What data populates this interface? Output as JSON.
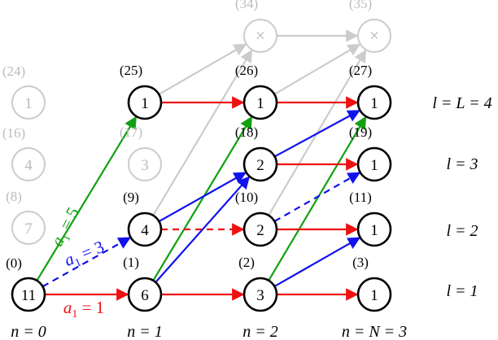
{
  "colors": {
    "red": "#ee1111",
    "blue": "#1111ee",
    "green": "#11a011",
    "gray": "#cccccc",
    "black": "#000000",
    "ghost_text": "#bbbbbb"
  },
  "nodes": [
    {
      "id": "n0",
      "index": "(0)",
      "value": "11",
      "style": "active"
    },
    {
      "id": "n1",
      "index": "(1)",
      "value": "6",
      "style": "active"
    },
    {
      "id": "n2",
      "index": "(2)",
      "value": "3",
      "style": "active"
    },
    {
      "id": "n3",
      "index": "(3)",
      "value": "1",
      "style": "active"
    },
    {
      "id": "n8",
      "index": "(8)",
      "value": "7",
      "style": "ghost"
    },
    {
      "id": "n9",
      "index": "(9)",
      "value": "4",
      "style": "active"
    },
    {
      "id": "n10",
      "index": "(10)",
      "value": "2",
      "style": "active"
    },
    {
      "id": "n11",
      "index": "(11)",
      "value": "1",
      "style": "active"
    },
    {
      "id": "n16",
      "index": "(16)",
      "value": "4",
      "style": "ghost"
    },
    {
      "id": "n17",
      "index": "(17)",
      "value": "3",
      "style": "ghost"
    },
    {
      "id": "n18",
      "index": "(18)",
      "value": "2",
      "style": "active"
    },
    {
      "id": "n19",
      "index": "(19)",
      "value": "1",
      "style": "active"
    },
    {
      "id": "n24",
      "index": "(24)",
      "value": "1",
      "style": "ghost"
    },
    {
      "id": "n25",
      "index": "(25)",
      "value": "1",
      "style": "active"
    },
    {
      "id": "n26",
      "index": "(26)",
      "value": "1",
      "style": "active"
    },
    {
      "id": "n27",
      "index": "(27)",
      "value": "1",
      "style": "active"
    },
    {
      "id": "n34",
      "index": "(34)",
      "value": "×",
      "style": "cross"
    },
    {
      "id": "n35",
      "index": "(35)",
      "value": "×",
      "style": "cross"
    }
  ],
  "edges": [
    {
      "from": "n0",
      "to": "n1",
      "color": "red"
    },
    {
      "from": "n0",
      "to": "n9",
      "color": "blue",
      "dashed": true
    },
    {
      "from": "n0",
      "to": "n25",
      "color": "green"
    },
    {
      "from": "n1",
      "to": "n2",
      "color": "red"
    },
    {
      "from": "n1",
      "to": "n18",
      "color": "blue"
    },
    {
      "from": "n1",
      "to": "n26",
      "color": "green"
    },
    {
      "from": "n9",
      "to": "n10",
      "color": "red",
      "dashed": true
    },
    {
      "from": "n9",
      "to": "n18",
      "color": "blue"
    },
    {
      "from": "n9",
      "to": "n34",
      "color": "gray"
    },
    {
      "from": "n25",
      "to": "n26",
      "color": "red"
    },
    {
      "from": "n25",
      "to": "n34",
      "color": "gray"
    },
    {
      "from": "n2",
      "to": "n3",
      "color": "red"
    },
    {
      "from": "n2",
      "to": "n11",
      "color": "blue"
    },
    {
      "from": "n2",
      "to": "n27",
      "color": "green"
    },
    {
      "from": "n10",
      "to": "n11",
      "color": "red"
    },
    {
      "from": "n10",
      "to": "n19",
      "color": "blue",
      "dashed": true
    },
    {
      "from": "n10",
      "to": "n35",
      "color": "gray"
    },
    {
      "from": "n18",
      "to": "n19",
      "color": "red"
    },
    {
      "from": "n18",
      "to": "n27",
      "color": "blue"
    },
    {
      "from": "n26",
      "to": "n27",
      "color": "red"
    },
    {
      "from": "n26",
      "to": "n35",
      "color": "gray"
    },
    {
      "from": "n34",
      "to": "n35",
      "color": "gray"
    }
  ],
  "edge_labels": {
    "green": {
      "var": "a",
      "sub": "1",
      "rest": " = 5"
    },
    "blue": {
      "var": "a",
      "sub": "1",
      "rest": " = 3"
    },
    "red": {
      "var": "a",
      "sub": "1",
      "rest": " = 1"
    }
  },
  "row_labels": {
    "l4": "l = L = 4",
    "l3": "l = 3",
    "l2": "l = 2",
    "l1": "l = 1"
  },
  "column_labels": {
    "n0": "n = 0",
    "n1": "n = 1",
    "n2": "n = 2",
    "n3": "n = N = 3"
  }
}
